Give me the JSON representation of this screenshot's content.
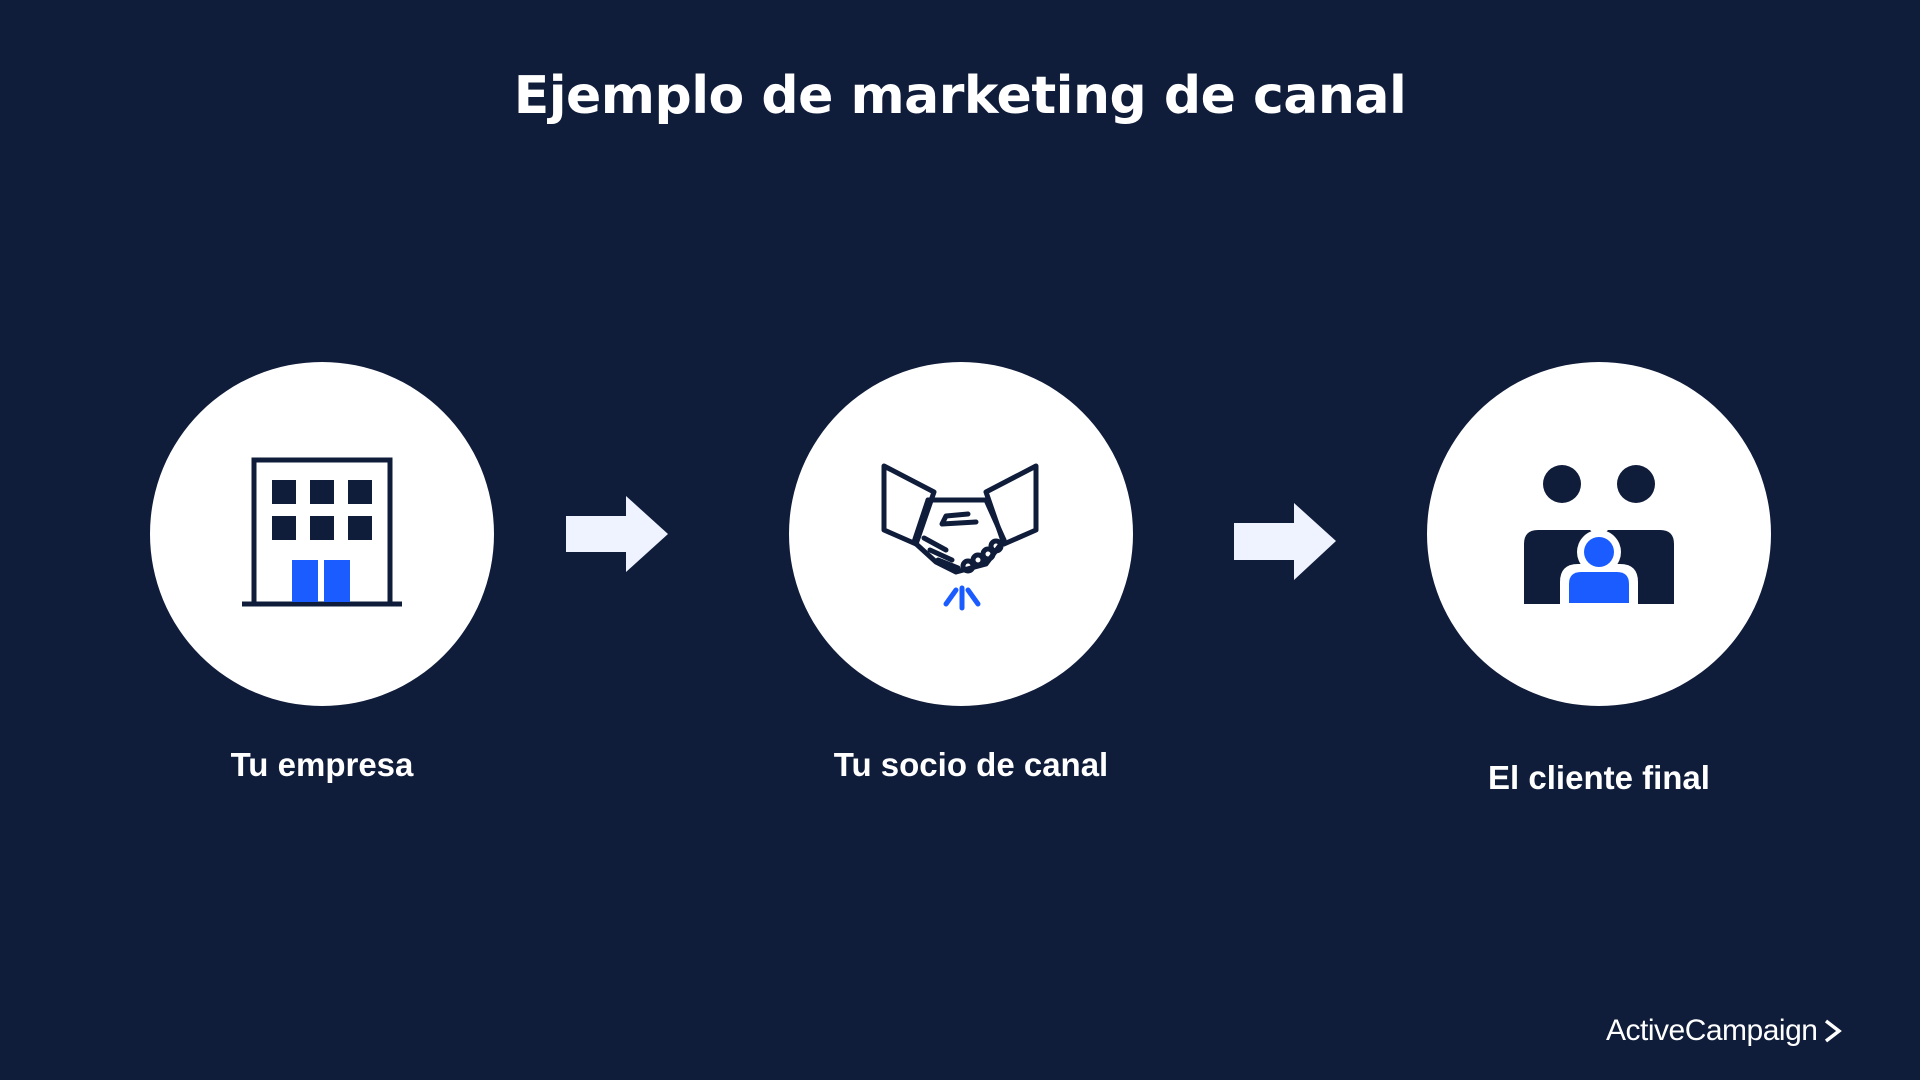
{
  "title": "Ejemplo de marketing de canal",
  "steps": [
    {
      "label": "Tu empresa",
      "icon": "building-icon"
    },
    {
      "label": "Tu socio de canal",
      "icon": "handshake-icon"
    },
    {
      "label": "El cliente final",
      "icon": "family-icon"
    }
  ],
  "logo": {
    "text": "ActiveCampaign",
    "icon": "chevron-right-icon"
  },
  "colors": {
    "background": "#0f1c3a",
    "navy": "#0f1c3a",
    "blue": "#1a5cff",
    "white": "#ffffff"
  }
}
